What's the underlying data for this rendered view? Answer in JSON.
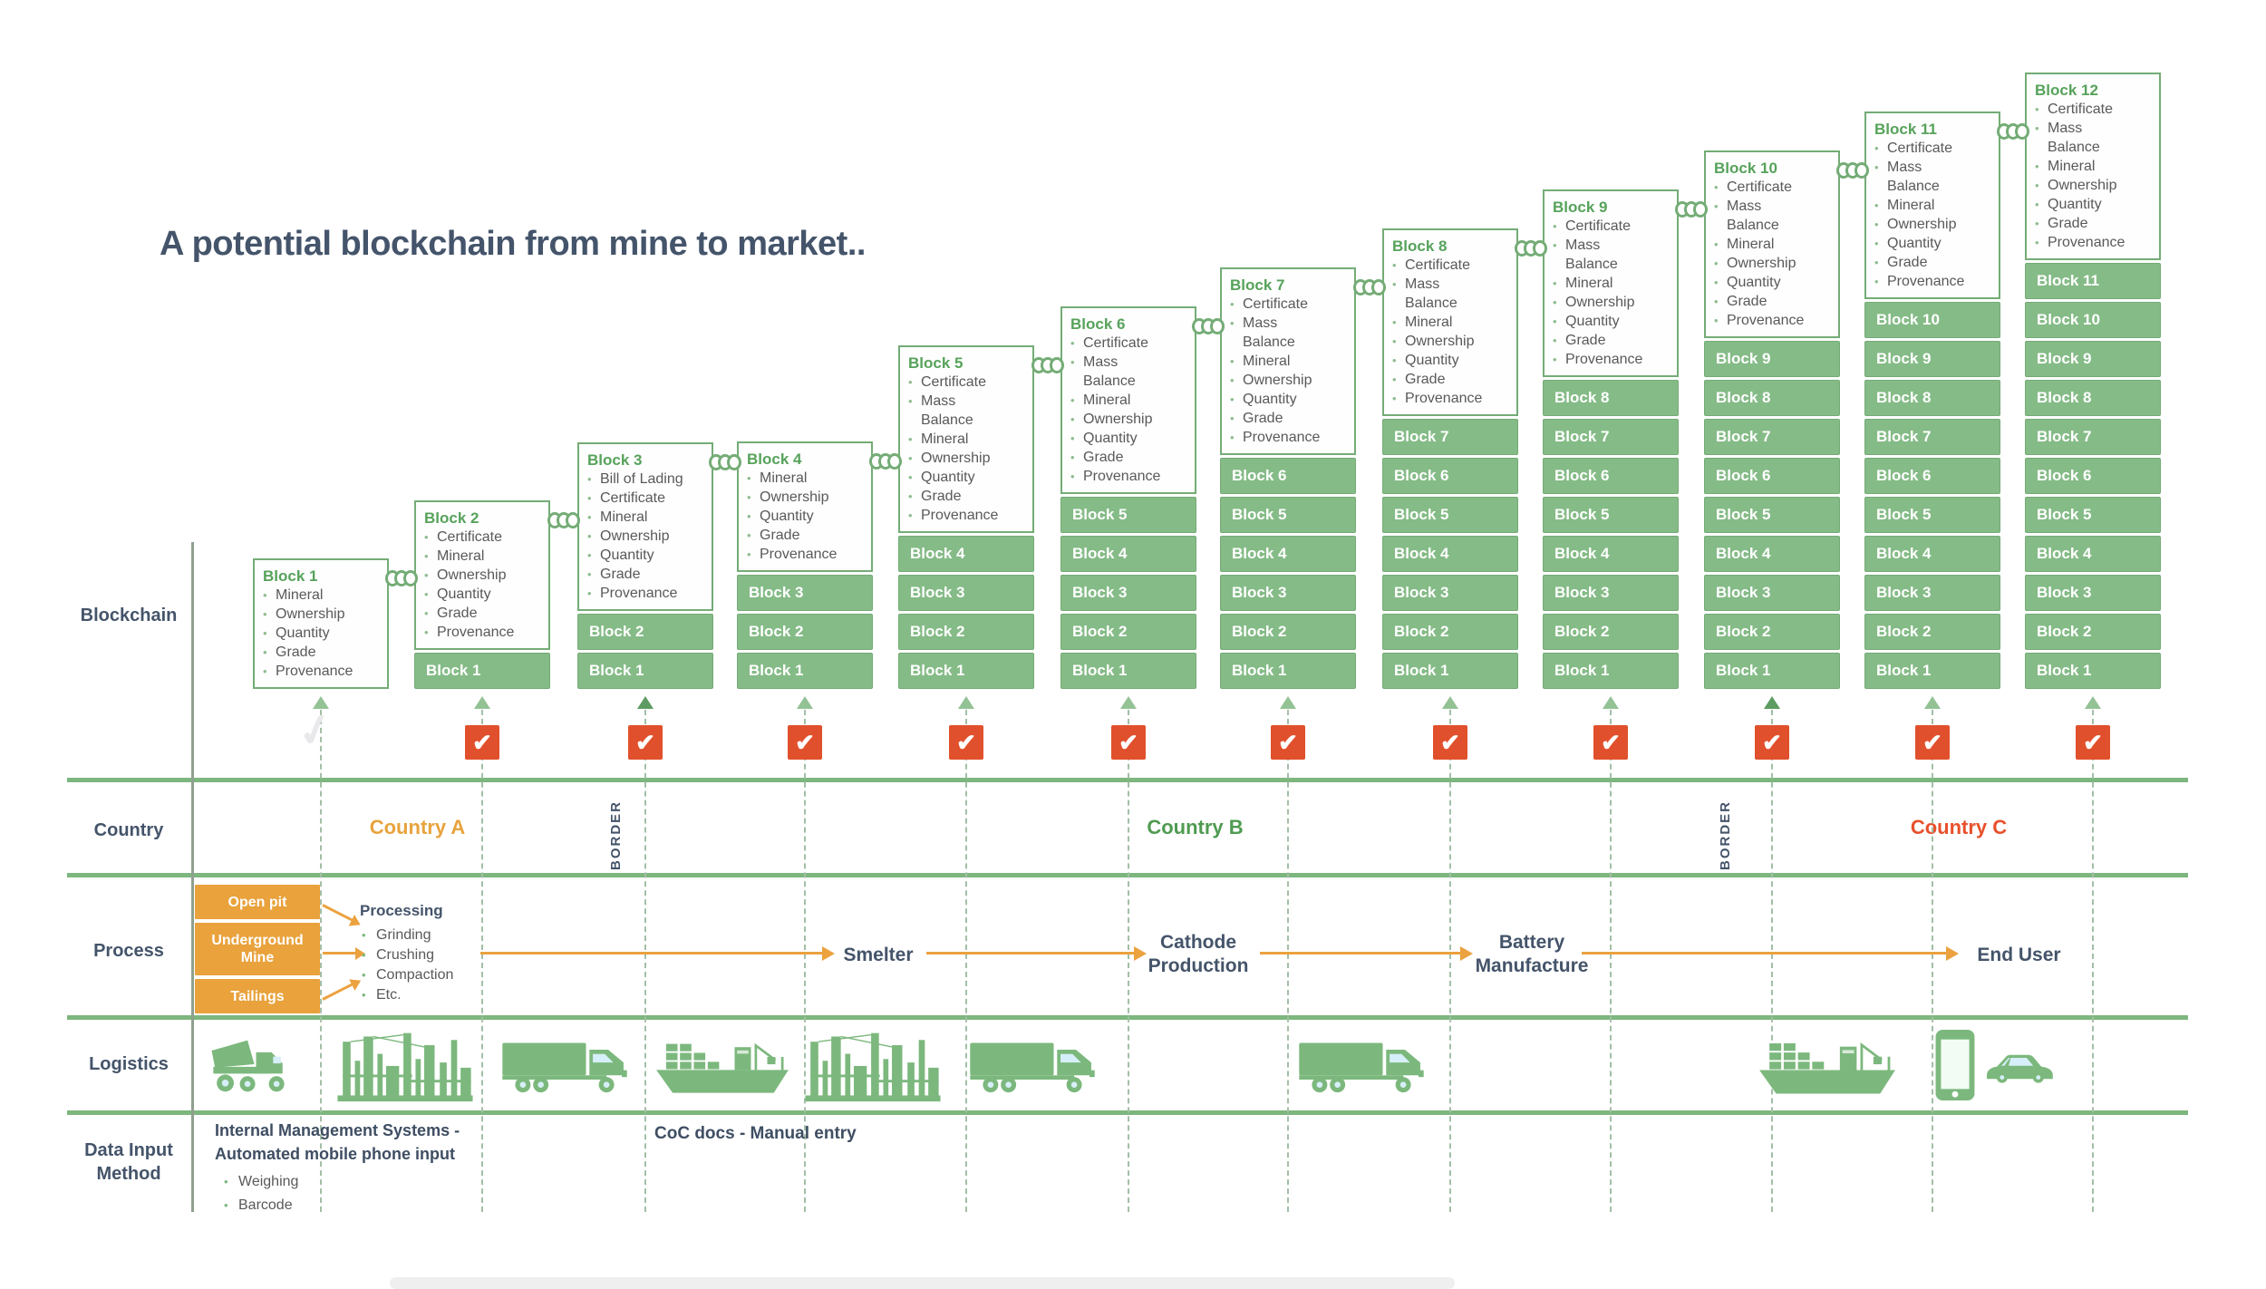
{
  "title": "A potential blockchain from mine to market..",
  "row_labels": {
    "blockchain": "Blockchain",
    "country": "Country",
    "process": "Process",
    "logistics": "Logistics",
    "data_input": "Data Input Method"
  },
  "blocks": [
    {
      "name": "Block 1",
      "items": [
        "Mineral",
        "Ownership",
        "Quantity",
        "Grade",
        "Provenance"
      ]
    },
    {
      "name": "Block 2",
      "items": [
        "Certificate",
        "Mineral",
        "Ownership",
        "Quantity",
        "Grade",
        "Provenance"
      ]
    },
    {
      "name": "Block 3",
      "items": [
        "Bill of Lading",
        "Certificate",
        "Mineral",
        "Ownership",
        "Quantity",
        "Grade",
        "Provenance"
      ]
    },
    {
      "name": "Block 4",
      "items": [
        "Mineral",
        "Ownership",
        "Quantity",
        "Grade",
        "Provenance"
      ]
    },
    {
      "name": "Block 5",
      "items": [
        "Certificate",
        "Mass Balance",
        "Mineral",
        "Ownership",
        "Quantity",
        "Grade",
        "Provenance"
      ]
    },
    {
      "name": "Block 6",
      "items": [
        "Certificate",
        "Mass Balance",
        "Mineral",
        "Ownership",
        "Quantity",
        "Grade",
        "Provenance"
      ]
    },
    {
      "name": "Block 7",
      "items": [
        "Certificate",
        "Mass Balance",
        "Mineral",
        "Ownership",
        "Quantity",
        "Grade",
        "Provenance"
      ]
    },
    {
      "name": "Block 8",
      "items": [
        "Certificate",
        "Mass Balance",
        "Mineral",
        "Ownership",
        "Quantity",
        "Grade",
        "Provenance"
      ]
    },
    {
      "name": "Block 9",
      "items": [
        "Certificate",
        "Mass Balance",
        "Mineral",
        "Ownership",
        "Quantity",
        "Grade",
        "Provenance"
      ]
    },
    {
      "name": "Block 10",
      "items": [
        "Certificate",
        "Mass Balance",
        "Mineral",
        "Ownership",
        "Quantity",
        "Grade",
        "Provenance"
      ]
    },
    {
      "name": "Block 11",
      "items": [
        "Certificate",
        "Mass Balance",
        "Mineral",
        "Ownership",
        "Quantity",
        "Grade",
        "Provenance"
      ]
    },
    {
      "name": "Block 12",
      "items": [
        "Certificate",
        "Mass Balance",
        "Mineral",
        "Ownership",
        "Quantity",
        "Grade",
        "Provenance"
      ]
    }
  ],
  "verification": {
    "check_glyph": "✔",
    "pending_glyph": "✓",
    "checked": [
      false,
      true,
      true,
      true,
      true,
      true,
      true,
      true,
      true,
      true,
      true,
      true
    ]
  },
  "countries": [
    {
      "label": "Country A",
      "text_color": "#E8A33D",
      "band_color": "#FAEBDB"
    },
    {
      "label": "Country B",
      "text_color": "#4F9B52",
      "band_color": "#DBEDDB"
    },
    {
      "label": "Country C",
      "text_color": "#E8502B",
      "band_color": "#F9DAD2"
    }
  ],
  "border_label": "BORDER",
  "process": {
    "sources": [
      "Open pit",
      "Underground Mine",
      "Tailings"
    ],
    "processing": {
      "title": "Processing",
      "items": [
        "Grinding",
        "Crushing",
        "Compaction",
        "Etc."
      ]
    },
    "stages": [
      {
        "label": "Smelter"
      },
      {
        "label": "Cathode Production"
      },
      {
        "label": "Battery Manufacture"
      },
      {
        "label": "End User"
      }
    ]
  },
  "logistics": {
    "icons": [
      "dump-truck-icon",
      "processing-plant-icon",
      "truck-icon",
      "cargo-ship-icon",
      "processing-plant-icon",
      "truck-icon",
      "truck-icon",
      "cargo-ship-icon",
      "smartphone-icon",
      "car-icon"
    ]
  },
  "data_input": {
    "left_line1": "Internal Management Systems -",
    "left_line2": "Automated mobile phone input",
    "left_items": [
      "Weighing",
      "Barcode"
    ],
    "coc_note": "CoC docs - Manual entry"
  },
  "colors": {
    "block_bar_green": "#85BB87",
    "block_border_green": "#74AC76",
    "block_title_green": "#57A25B",
    "separator_green": "#7DB67E",
    "check_orange_red": "#E1502C",
    "process_orange": "#E9A23C",
    "heading_dark": "#44546A",
    "body_gray": "#595959"
  }
}
